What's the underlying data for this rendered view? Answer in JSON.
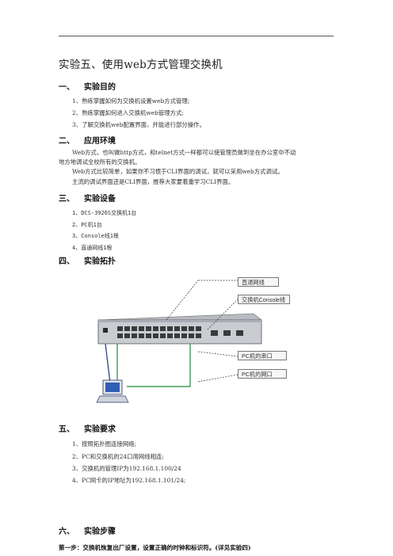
{
  "title": "实验五、使用web方式管理交换机",
  "sections": [
    {
      "num": "一、",
      "heading": "实验目的"
    },
    {
      "num": "二、",
      "heading": "应用环境"
    },
    {
      "num": "三、",
      "heading": "实验设备"
    },
    {
      "num": "四、",
      "heading": "实验拓扑"
    },
    {
      "num": "五、",
      "heading": "实验要求"
    },
    {
      "num": "六、",
      "heading": "实验步骤"
    }
  ],
  "objectives": [
    "1、熟练掌握如何为交换机设置web方式管理;",
    "2、熟练掌握如何进入交换机web管理方式;",
    "3、了解交换机web配置界面，并能进行部分操作。"
  ],
  "environment": [
    "Web方式，也叫做http方式，和telnet方式一样都可以使管理员做到坐在办公室中不动",
    "地方地调试全校所有的交换机。",
    "Web方式比较简单，如果你不习惯于CLI界面的调试，就可以采用web方式调试。",
    "主流的调试界面还是CLI界面，推荐大家要着重学习CLI界面。"
  ],
  "equipment": [
    "1、DCS-3926S交换机1台",
    "2、PC机1台",
    "3、Console线1根",
    "4、直通网线1根"
  ],
  "topology_labels": [
    "直通网线",
    "交换机Console线",
    "PC机的串口",
    "PC机的网口"
  ],
  "requirements": [
    "1、按照拓扑图连接网络;",
    "2、PC和交换机的24口用网线相连;",
    "3、交换机的管理IP为192.168.1.100/24",
    "4、PC网卡的IP地址为192.168.1.101/24;"
  ],
  "step1": "第一步：交换机恢复出厂设置，设置正确的时钟和标识符。(详见实验四)"
}
